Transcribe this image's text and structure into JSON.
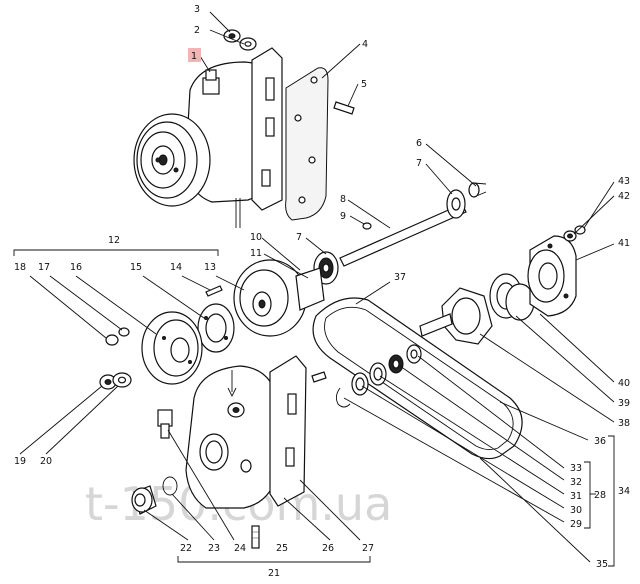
{
  "watermark": "t-150.com.ua",
  "callouts": [
    {
      "id": "c1",
      "text": "1"
    },
    {
      "id": "c2",
      "text": "2"
    },
    {
      "id": "c3",
      "text": "3"
    },
    {
      "id": "c4",
      "text": "4"
    },
    {
      "id": "c5",
      "text": "5"
    },
    {
      "id": "c6",
      "text": "6"
    },
    {
      "id": "c7a",
      "text": "7"
    },
    {
      "id": "c7b",
      "text": "7"
    },
    {
      "id": "c8",
      "text": "8"
    },
    {
      "id": "c9",
      "text": "9"
    },
    {
      "id": "c10",
      "text": "10"
    },
    {
      "id": "c11",
      "text": "11"
    },
    {
      "id": "c12",
      "text": "12"
    },
    {
      "id": "c13",
      "text": "13"
    },
    {
      "id": "c14",
      "text": "14"
    },
    {
      "id": "c15",
      "text": "15"
    },
    {
      "id": "c16",
      "text": "16"
    },
    {
      "id": "c17",
      "text": "17"
    },
    {
      "id": "c18",
      "text": "18"
    },
    {
      "id": "c19",
      "text": "19"
    },
    {
      "id": "c20",
      "text": "20"
    },
    {
      "id": "c21",
      "text": "21"
    },
    {
      "id": "c22",
      "text": "22"
    },
    {
      "id": "c23",
      "text": "23"
    },
    {
      "id": "c24",
      "text": "24"
    },
    {
      "id": "c25",
      "text": "25"
    },
    {
      "id": "c26",
      "text": "26"
    },
    {
      "id": "c27",
      "text": "27"
    },
    {
      "id": "c28",
      "text": "28"
    },
    {
      "id": "c29",
      "text": "29"
    },
    {
      "id": "c30",
      "text": "30"
    },
    {
      "id": "c31",
      "text": "31"
    },
    {
      "id": "c32",
      "text": "32"
    },
    {
      "id": "c33",
      "text": "33"
    },
    {
      "id": "c34",
      "text": "34"
    },
    {
      "id": "c35",
      "text": "35"
    },
    {
      "id": "c36",
      "text": "36"
    },
    {
      "id": "c37",
      "text": "37"
    },
    {
      "id": "c38",
      "text": "38"
    },
    {
      "id": "c39",
      "text": "39"
    },
    {
      "id": "c40",
      "text": "40"
    },
    {
      "id": "c41",
      "text": "41"
    },
    {
      "id": "c42",
      "text": "42"
    },
    {
      "id": "c43",
      "text": "43"
    }
  ],
  "colors": {
    "ink": "#111111",
    "highlight": "#f2b5b5",
    "watermark": "#d6d6d6"
  }
}
